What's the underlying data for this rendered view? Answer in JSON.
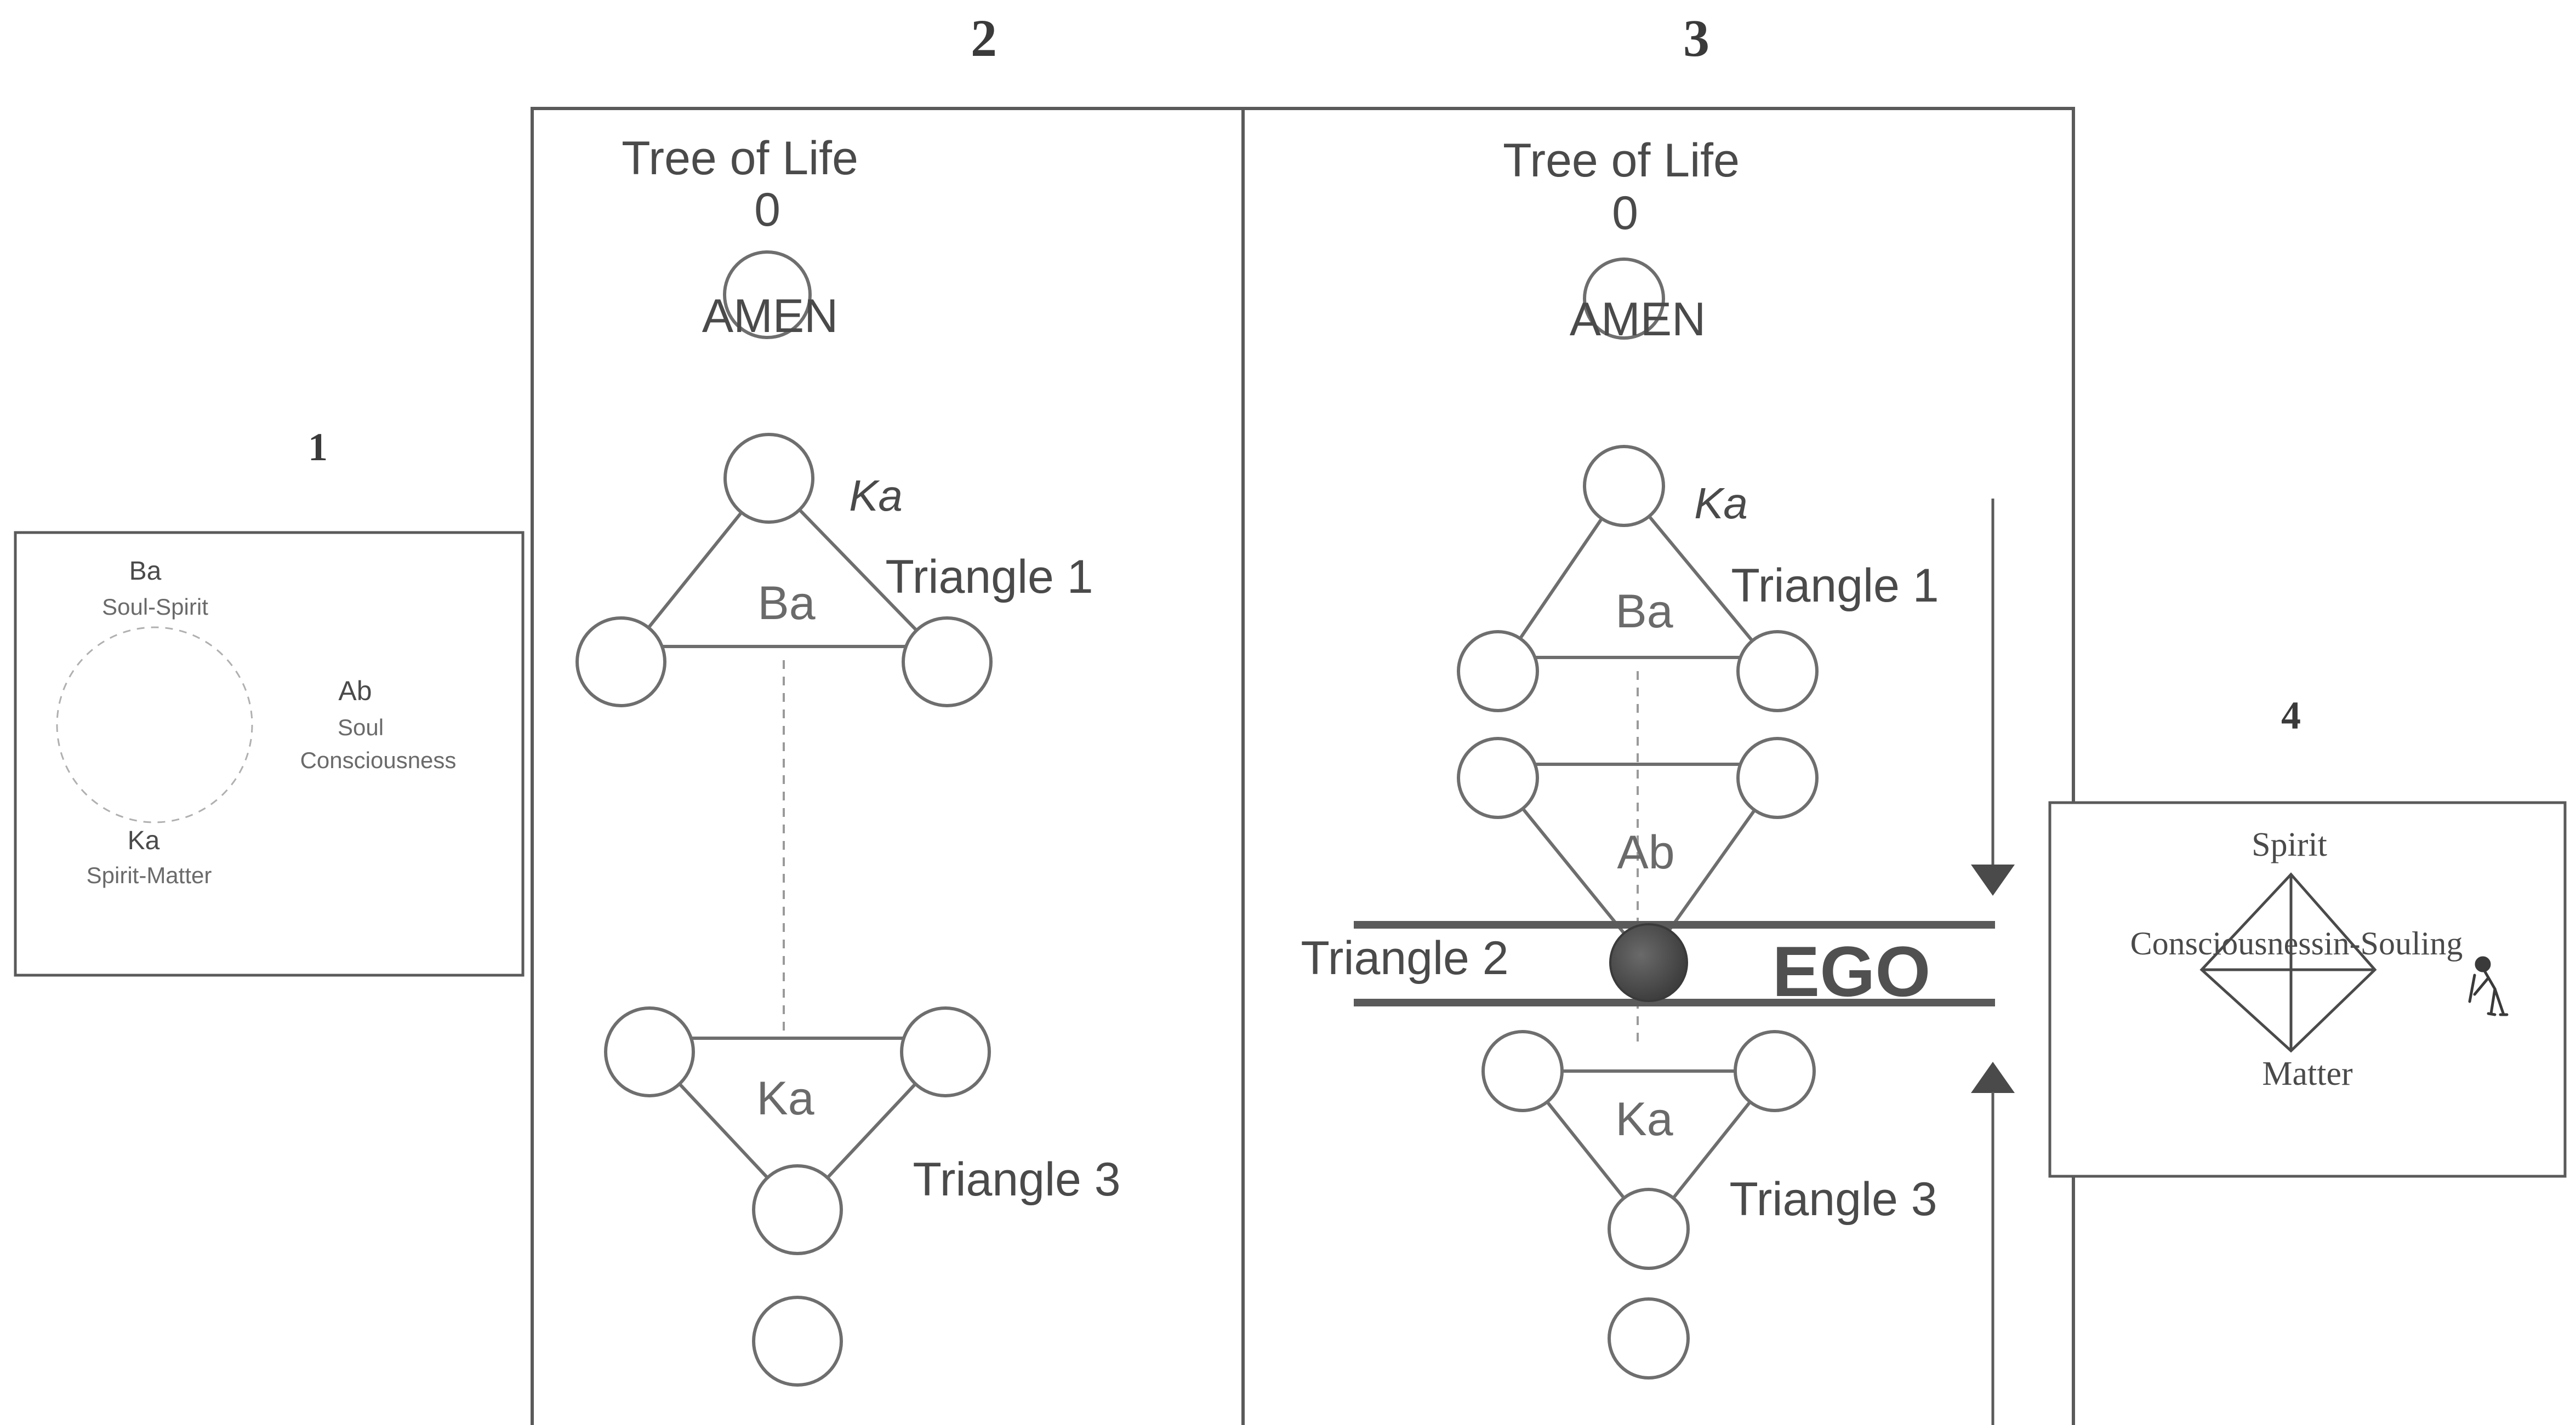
{
  "panel_numbers": {
    "p1": "1",
    "p2": "2",
    "p3": "3",
    "p4": "4"
  },
  "panel1": {
    "ba_title": "Ba",
    "ba_sub": "Soul-Spirit",
    "ab_title": "Ab",
    "ab_sub1": "Soul",
    "ab_sub2": "Consciousness",
    "ka_title": "Ka",
    "ka_sub": "Spirit-Matter"
  },
  "panel2": {
    "title": "Tree of Life",
    "zero": "0",
    "amen": "AMEN",
    "ka_italic": "Ka",
    "ba": "Ba",
    "triangle1": "Triangle 1",
    "ka_lower": "Ka",
    "triangle3": "Triangle 3"
  },
  "panel3": {
    "title": "Tree of Life",
    "zero": "0",
    "amen": "AMEN",
    "ka_italic": "Ka",
    "ba": "Ba",
    "triangle1": "Triangle 1",
    "ab": "Ab",
    "triangle2": "Triangle 2",
    "ego": "EGO",
    "ka_lower": "Ka",
    "triangle3": "Triangle 3"
  },
  "panel4": {
    "spirit": "Spirit",
    "consciousness": "Consciousnessin-Souling",
    "matter": "Matter"
  },
  "colors": {
    "ink": "#6e6e6e",
    "ego_ball": "#4f4f4f",
    "box_border": "#5a5a5a"
  }
}
